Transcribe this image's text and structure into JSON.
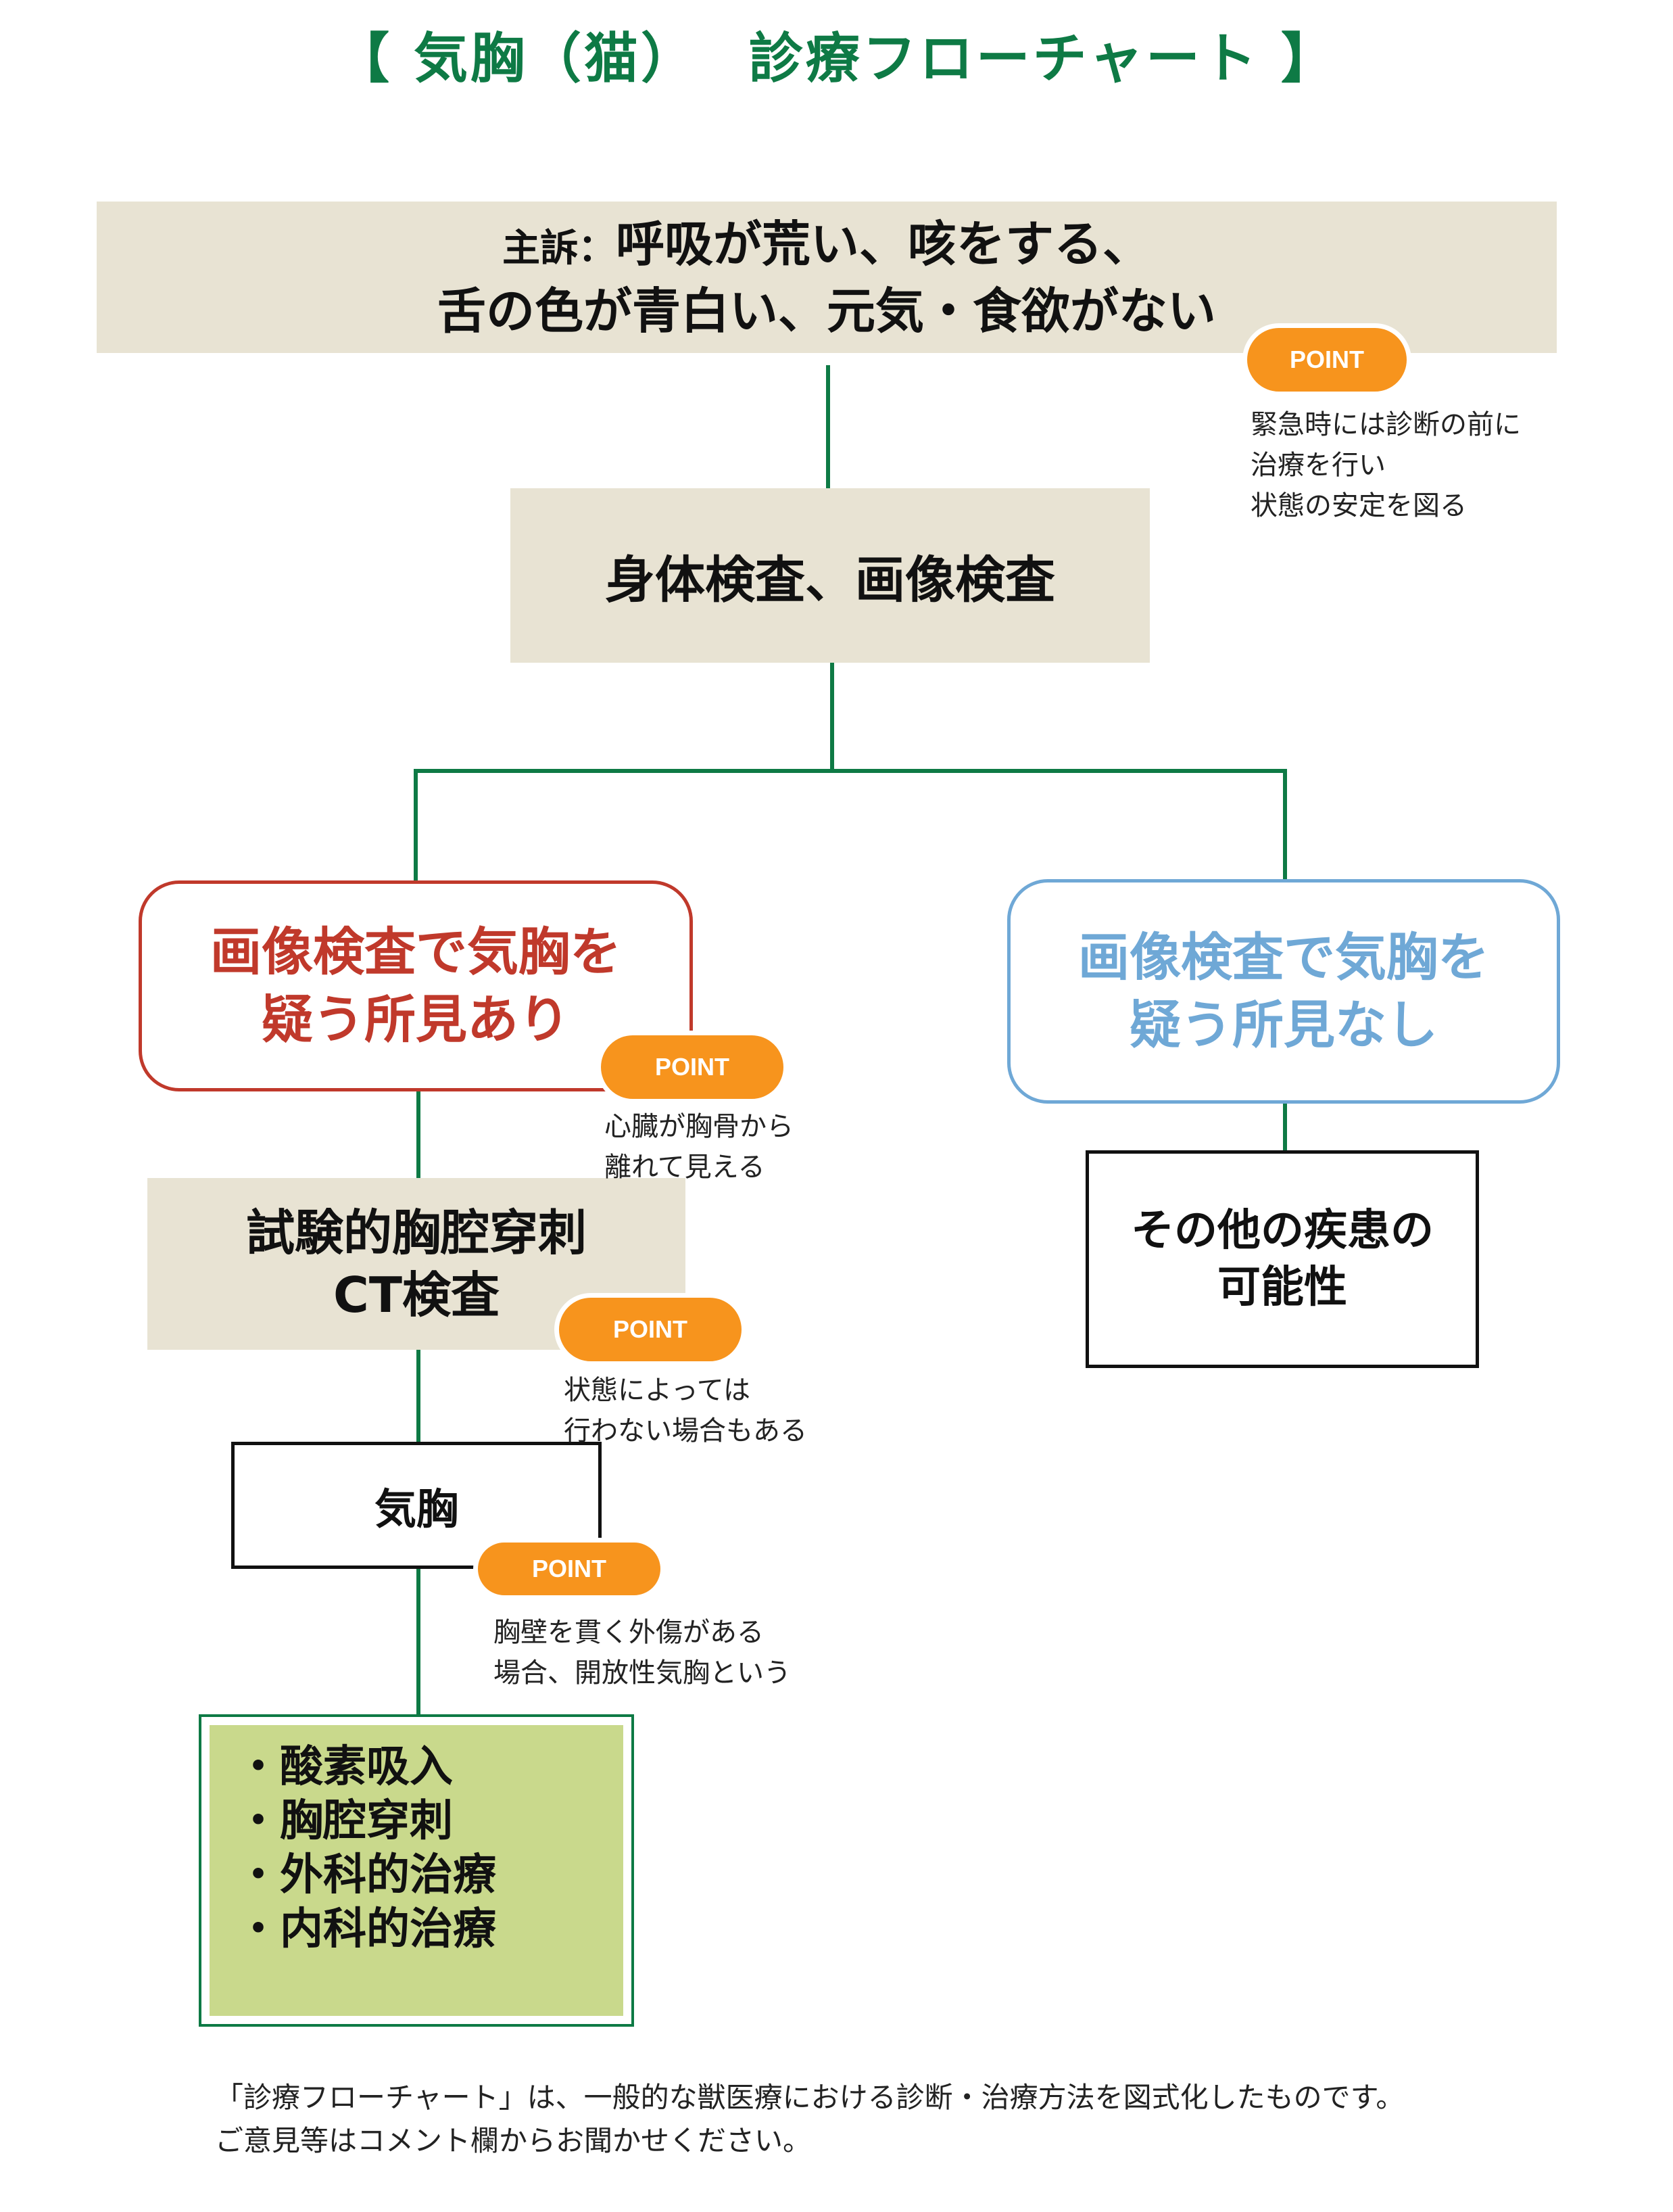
{
  "title": "【 気胸（猫）　 診療フローチャート 】",
  "complaint": {
    "label": "主訴：",
    "line1": "呼吸が荒い、咳をする、",
    "line2": "舌の色が青白い、元気・食欲がない"
  },
  "exam": {
    "label": "身体検査、画像検査"
  },
  "branch_yes": {
    "line1": "画像検査で気胸を",
    "line2": "疑う所見あり"
  },
  "branch_no": {
    "line1": "画像検査で気胸を",
    "line2": "疑う所見なし"
  },
  "tests": {
    "line1": "試験的胸腔穿刺",
    "line2": "CT検査"
  },
  "other": {
    "line1": "その他の疾患の",
    "line2": "可能性"
  },
  "diagnosis": {
    "label": "気胸"
  },
  "treatment": {
    "items": [
      "・酸素吸入",
      "・胸腔穿刺",
      "・外科的治療",
      "・内科的治療"
    ]
  },
  "points": {
    "badge": "POINT",
    "p1": [
      "緊急時には診断の前に",
      "治療を行い",
      "状態の安定を図る"
    ],
    "p2": [
      "心臓が胸骨から",
      "離れて見える"
    ],
    "p3": [
      "状態によっては",
      "行わない場合もある"
    ],
    "p4": [
      "胸壁を貫く外傷がある",
      "場合、開放性気胸という"
    ]
  },
  "footer": {
    "line1": "「診療フローチャート」は、一般的な獣医療における診断・治療方法を図式化したものです。",
    "line2": "ご意見等はコメント欄からお聞かせください。"
  },
  "colors": {
    "title": "#0e7a45",
    "connector": "#0e7a45",
    "beige": "#e8e3d3",
    "red": "#c0392b",
    "blue": "#6fa8d6",
    "point": "#f7941d",
    "treatment_fill": "#c9d98c"
  }
}
